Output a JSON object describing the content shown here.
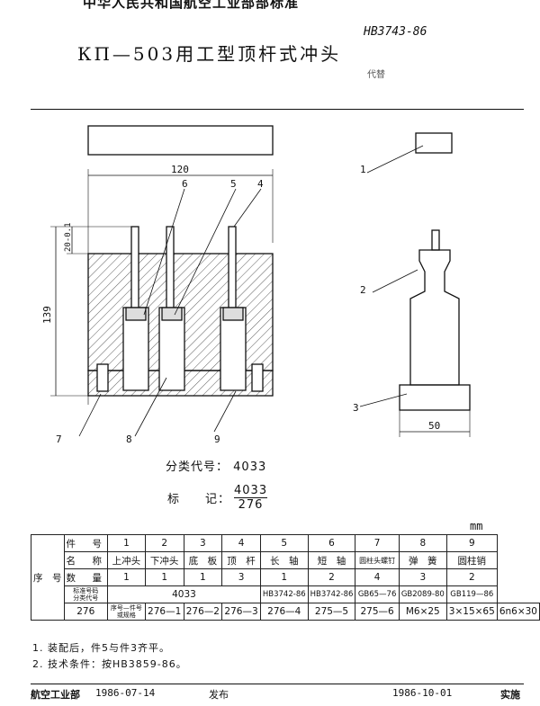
{
  "header": {
    "organization": "中华人民共和国航空工业部部标准",
    "title": "КП—503用工型顶杆式冲头",
    "standard_no": "HB3743-86",
    "replaces": "代替"
  },
  "drawing": {
    "dim_width": "120",
    "dim_height": "139",
    "dim_top": "20-0.1",
    "dim_base": "50",
    "callouts": [
      "1",
      "2",
      "3",
      "4",
      "5",
      "6",
      "7",
      "8",
      "9"
    ]
  },
  "classification": {
    "code_label": "分类代号：",
    "code_value": "4033",
    "mark_label": "标　　记：",
    "mark_top": "4033",
    "mark_bottom": "276"
  },
  "table": {
    "unit": "mm",
    "row_header_part_no": "件　号",
    "row_header_name": "名　称",
    "row_header_qty": "数　量",
    "row_header_std": "标准号码\n分类代号",
    "row_header_spec": "序号—件号\n或规格",
    "seq_label": "序　号",
    "part_numbers": [
      "1",
      "2",
      "3",
      "4",
      "5",
      "6",
      "7",
      "8",
      "9"
    ],
    "names": [
      "上冲头",
      "下冲头",
      "底　板",
      "顶　杆",
      "长　轴",
      "短　轴",
      "圆柱头螺钉",
      "弹　簧",
      "圆柱销"
    ],
    "quantities": [
      "1",
      "1",
      "1",
      "3",
      "1",
      "2",
      "4",
      "3",
      "2"
    ],
    "std_merged": "4033",
    "std_numbers": [
      "HB3742-86",
      "HB3742-86",
      "GB65—76",
      "GB2089-80",
      "GB119—86"
    ],
    "row_seq": "276",
    "specs": [
      "276—1",
      "276—2",
      "276—3",
      "276—4",
      "275—5",
      "275—6",
      "M6×25",
      "3×15×65",
      "6n6×30"
    ]
  },
  "notes": [
    "1.  装配后，件5与件3齐平。",
    "2.  技术条件：按HB3859-86。"
  ],
  "footer": {
    "issuer": "航空工业部",
    "issue_date": "1986-07-14",
    "issue_word": "发布",
    "impl_date": "1986-10-01",
    "impl_word": "实施"
  }
}
